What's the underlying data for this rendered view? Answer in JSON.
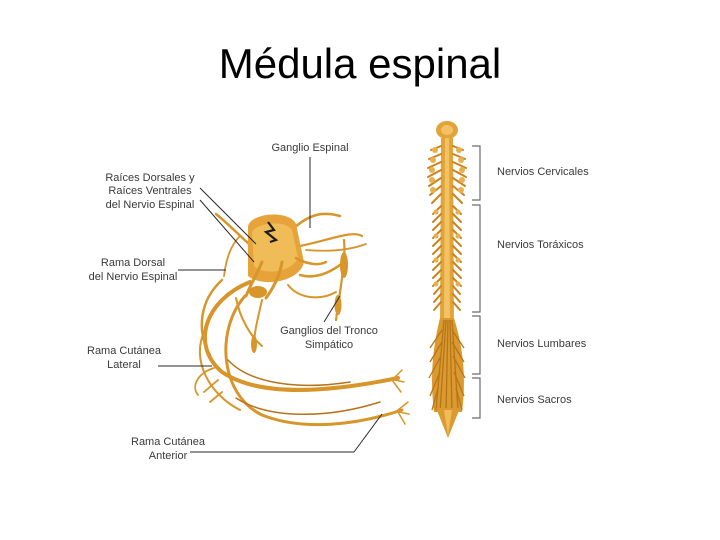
{
  "title": "Médula espinal",
  "labels": {
    "ganglio_espinal": "Ganglio Espinal",
    "raices": [
      "Raíces Dorsales y",
      "Raíces Ventrales",
      "del Nervio Espinal"
    ],
    "rama_dorsal": [
      "Rama Dorsal",
      "del Nervio Espinal"
    ],
    "ganglios_tronco": [
      "Ganglios del Tronco",
      "Simpático"
    ],
    "rama_cutanea_lateral": [
      "Rama Cutánea",
      "Lateral"
    ],
    "rama_cutanea_anterior": [
      "Rama Cutánea",
      "Anterior"
    ]
  },
  "spine_labels": {
    "cervicales": "Nervios Cervicales",
    "toraxicos": "Nervios Toráxicos",
    "lumbares": "Nervios Lumbares",
    "sacros": "Nervios Sacros"
  },
  "colors": {
    "nerve": "#d7952a",
    "nerve_dark": "#b7731a",
    "spine": "#e0a43a"
  }
}
